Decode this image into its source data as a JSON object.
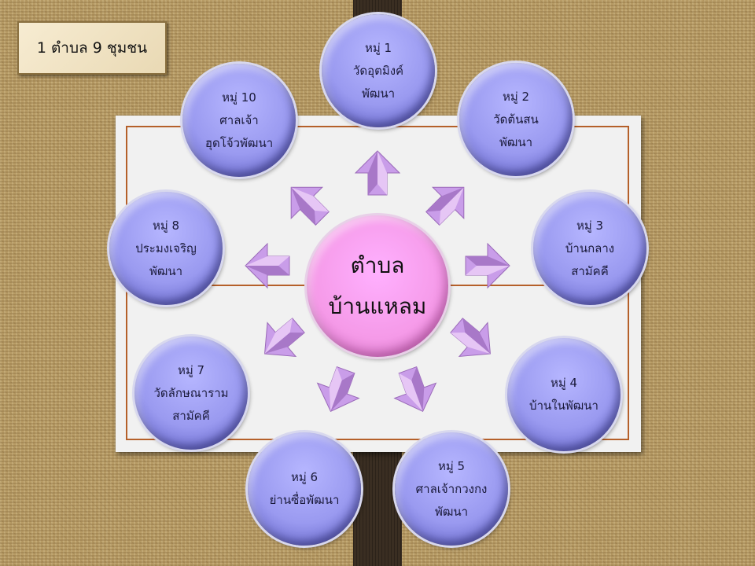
{
  "title": "1 ตำบล 9 ชุมชน",
  "center": {
    "line1": "ตำบล",
    "line2": "บ้านแหลม"
  },
  "villages": [
    {
      "no": "หมู่ 1",
      "lines": [
        "วัดอุตมิงค์",
        "พัฒนา"
      ]
    },
    {
      "no": "หมู่ 2",
      "lines": [
        "วัดต้นสน",
        "พัฒนา"
      ]
    },
    {
      "no": "หมู่ 3",
      "lines": [
        "บ้านกลาง",
        "สามัคคี"
      ]
    },
    {
      "no": "หมู่ 4",
      "lines": [
        "บ้านในพัฒนา",
        ""
      ]
    },
    {
      "no": "หมู่ 5",
      "lines": [
        "ศาลเจ้ากวงกง",
        "พัฒนา"
      ]
    },
    {
      "no": "หมู่ 6",
      "lines": [
        "ย่านซื่อพัฒนา",
        ""
      ]
    },
    {
      "no": "หมู่ 7",
      "lines": [
        "วัดลักษณาราม",
        "สามัคคี"
      ]
    },
    {
      "no": "หมู่ 8",
      "lines": [
        "ประมงเจริญ",
        "พัฒนา"
      ]
    },
    {
      "no": "หมู่ 10",
      "lines": [
        "ศาลเจ้า",
        "ฮุดโจ้วพัฒนา"
      ]
    }
  ],
  "colors": {
    "village": "#9a9af0",
    "center": "#f59ae8",
    "arrow": "#c79be8",
    "border": "#b5602a"
  }
}
